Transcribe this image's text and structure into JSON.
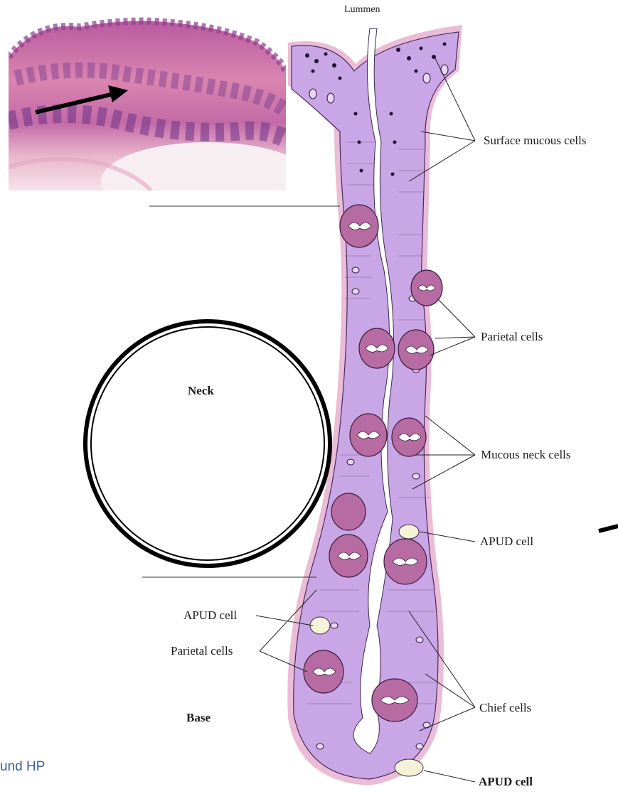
{
  "title": "Lummen",
  "labels": {
    "surface_mucous": "Surface mucous cells",
    "parietal_right": "Parietal cells",
    "mucous_neck": "Mucous neck cells",
    "apud_right_mid": "APUD cell",
    "apud_left": "APUD cell",
    "parietal_left": "Parietal cells",
    "chief": "Chief cells",
    "apud_bottom": "APUD cell"
  },
  "regions": {
    "neck": "Neck",
    "base": "Base"
  },
  "footer": "und HP",
  "colors": {
    "epithelium": "#c9a6e6",
    "epithelium_dark": "#a07ac6",
    "parietal": "#b76ba3",
    "tissue": "#e6a6c6",
    "nucleus": "#2a1640",
    "micro_bg": "#d77fa8",
    "footer_text": "#3a5a9a"
  },
  "icons": [
    "arrow-right-icon",
    "circle-highlight-icon"
  ]
}
